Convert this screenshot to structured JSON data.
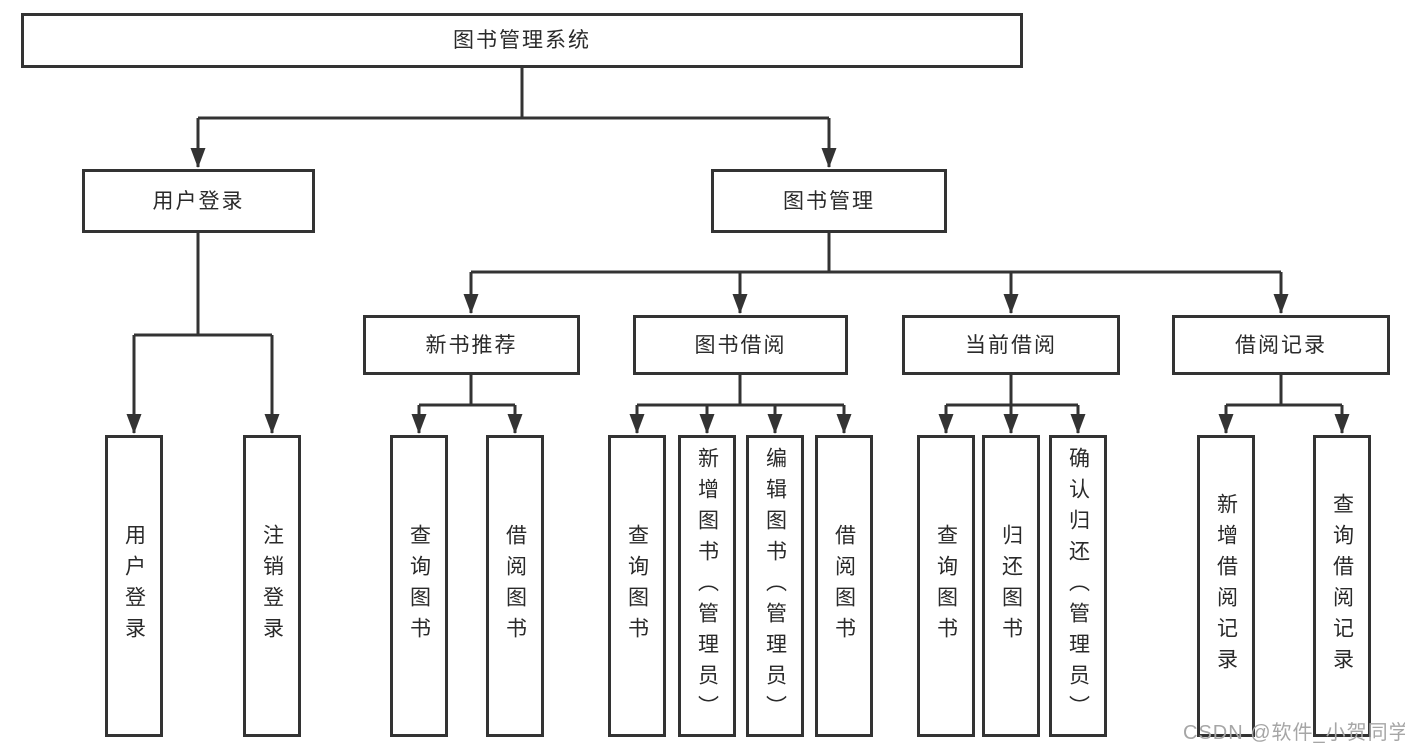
{
  "colors": {
    "line": "#333333",
    "box_border": "#333333",
    "box_background": "#ffffff",
    "text": "#2a2a2a",
    "watermark": "#a6a6a6"
  },
  "watermark": {
    "text": "CSDN @软件_小贺同学"
  },
  "tree": {
    "label": "图书管理系统",
    "children": [
      {
        "label": "用户登录",
        "children": [
          {
            "label": "用户登录"
          },
          {
            "label": "注销登录"
          }
        ]
      },
      {
        "label": "图书管理",
        "children": [
          {
            "label": "新书推荐",
            "children": [
              {
                "label": "查询图书"
              },
              {
                "label": "借阅图书"
              }
            ]
          },
          {
            "label": "图书借阅",
            "children": [
              {
                "label": "查询图书"
              },
              {
                "label": "新增图书（管理员）"
              },
              {
                "label": "编辑图书（管理员）"
              },
              {
                "label": "借阅图书"
              }
            ]
          },
          {
            "label": "当前借阅",
            "children": [
              {
                "label": "查询图书"
              },
              {
                "label": "归还图书"
              },
              {
                "label": "确认归还（管理员）"
              }
            ]
          },
          {
            "label": "借阅记录",
            "children": [
              {
                "label": "新增借阅记录"
              },
              {
                "label": "查询借阅记录"
              }
            ]
          }
        ]
      }
    ]
  }
}
